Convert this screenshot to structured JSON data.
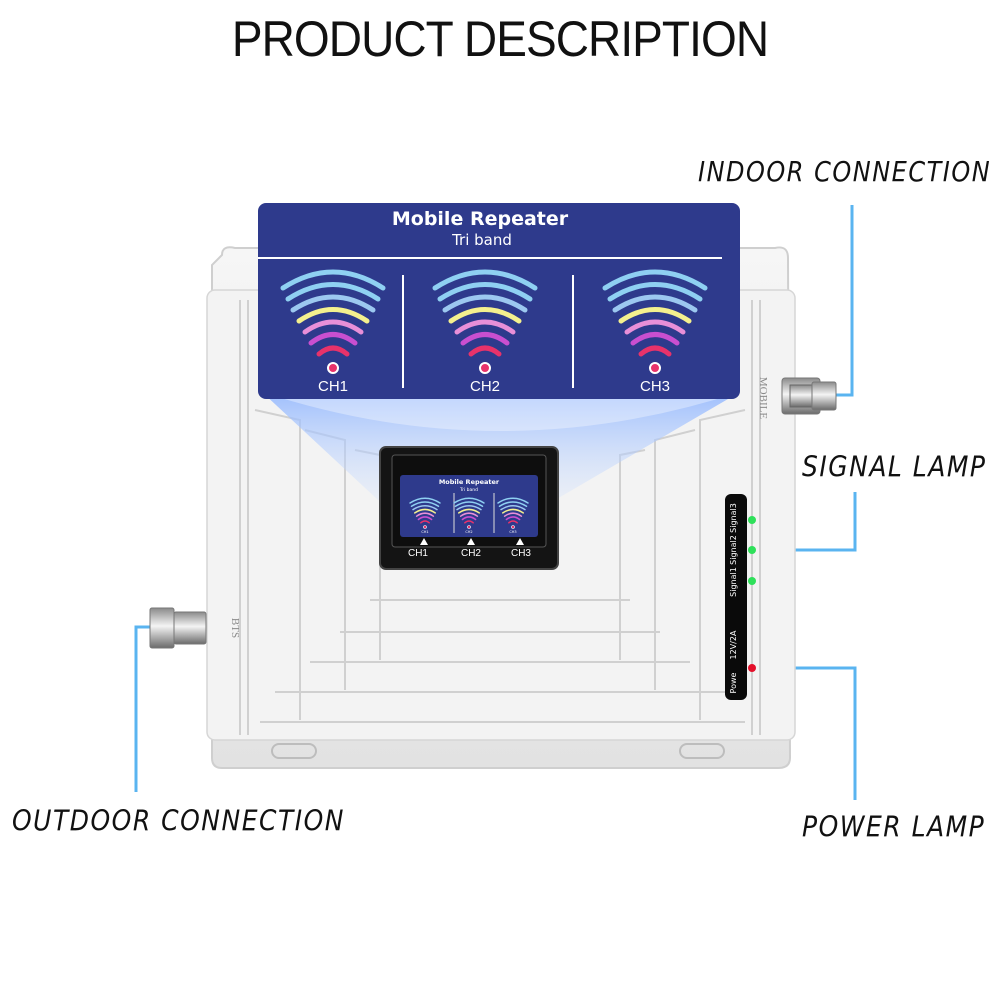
{
  "page": {
    "title": "PRODUCT DESCRIPTION"
  },
  "callouts": {
    "indoor": "INDOOR CONNECTION",
    "signal": "SIGNAL LAMP",
    "power": "POWER LAMP",
    "outdoor": "OUTDOOR CONNECTION"
  },
  "panel": {
    "title": "Mobile Repeater",
    "subtitle": "Tri band",
    "channels": [
      "CH1",
      "CH2",
      "CH3"
    ]
  },
  "screen": {
    "title": "Mobile Repeater",
    "subtitle": "Tri band",
    "channels": [
      "CH1",
      "CH2",
      "CH3"
    ],
    "mini_channels": [
      "CH1",
      "CH2",
      "CH3"
    ]
  },
  "ports": {
    "mobile": "MOBILE",
    "bts": "BTS"
  },
  "indicators": {
    "signal1": "Signal1",
    "signal2": "Signal2",
    "signal3": "Signal3",
    "rating": "12V/2A",
    "power": "Powe"
  },
  "colors": {
    "panel_blue": "#2e3a8c",
    "lamp_green": "#2ee05a",
    "lamp_red": "#e4102a",
    "leader_line": "#5ab4f0",
    "wave_blue": "#8fd0f2",
    "wave_yellow": "#f4f08e",
    "wave_pink": "#e88fd8",
    "wave_red": "#e8326a"
  },
  "icons": [
    "signal-wave-icon",
    "n-type-connector-icon",
    "led-lamp-icon",
    "triangle-marker-icon"
  ]
}
